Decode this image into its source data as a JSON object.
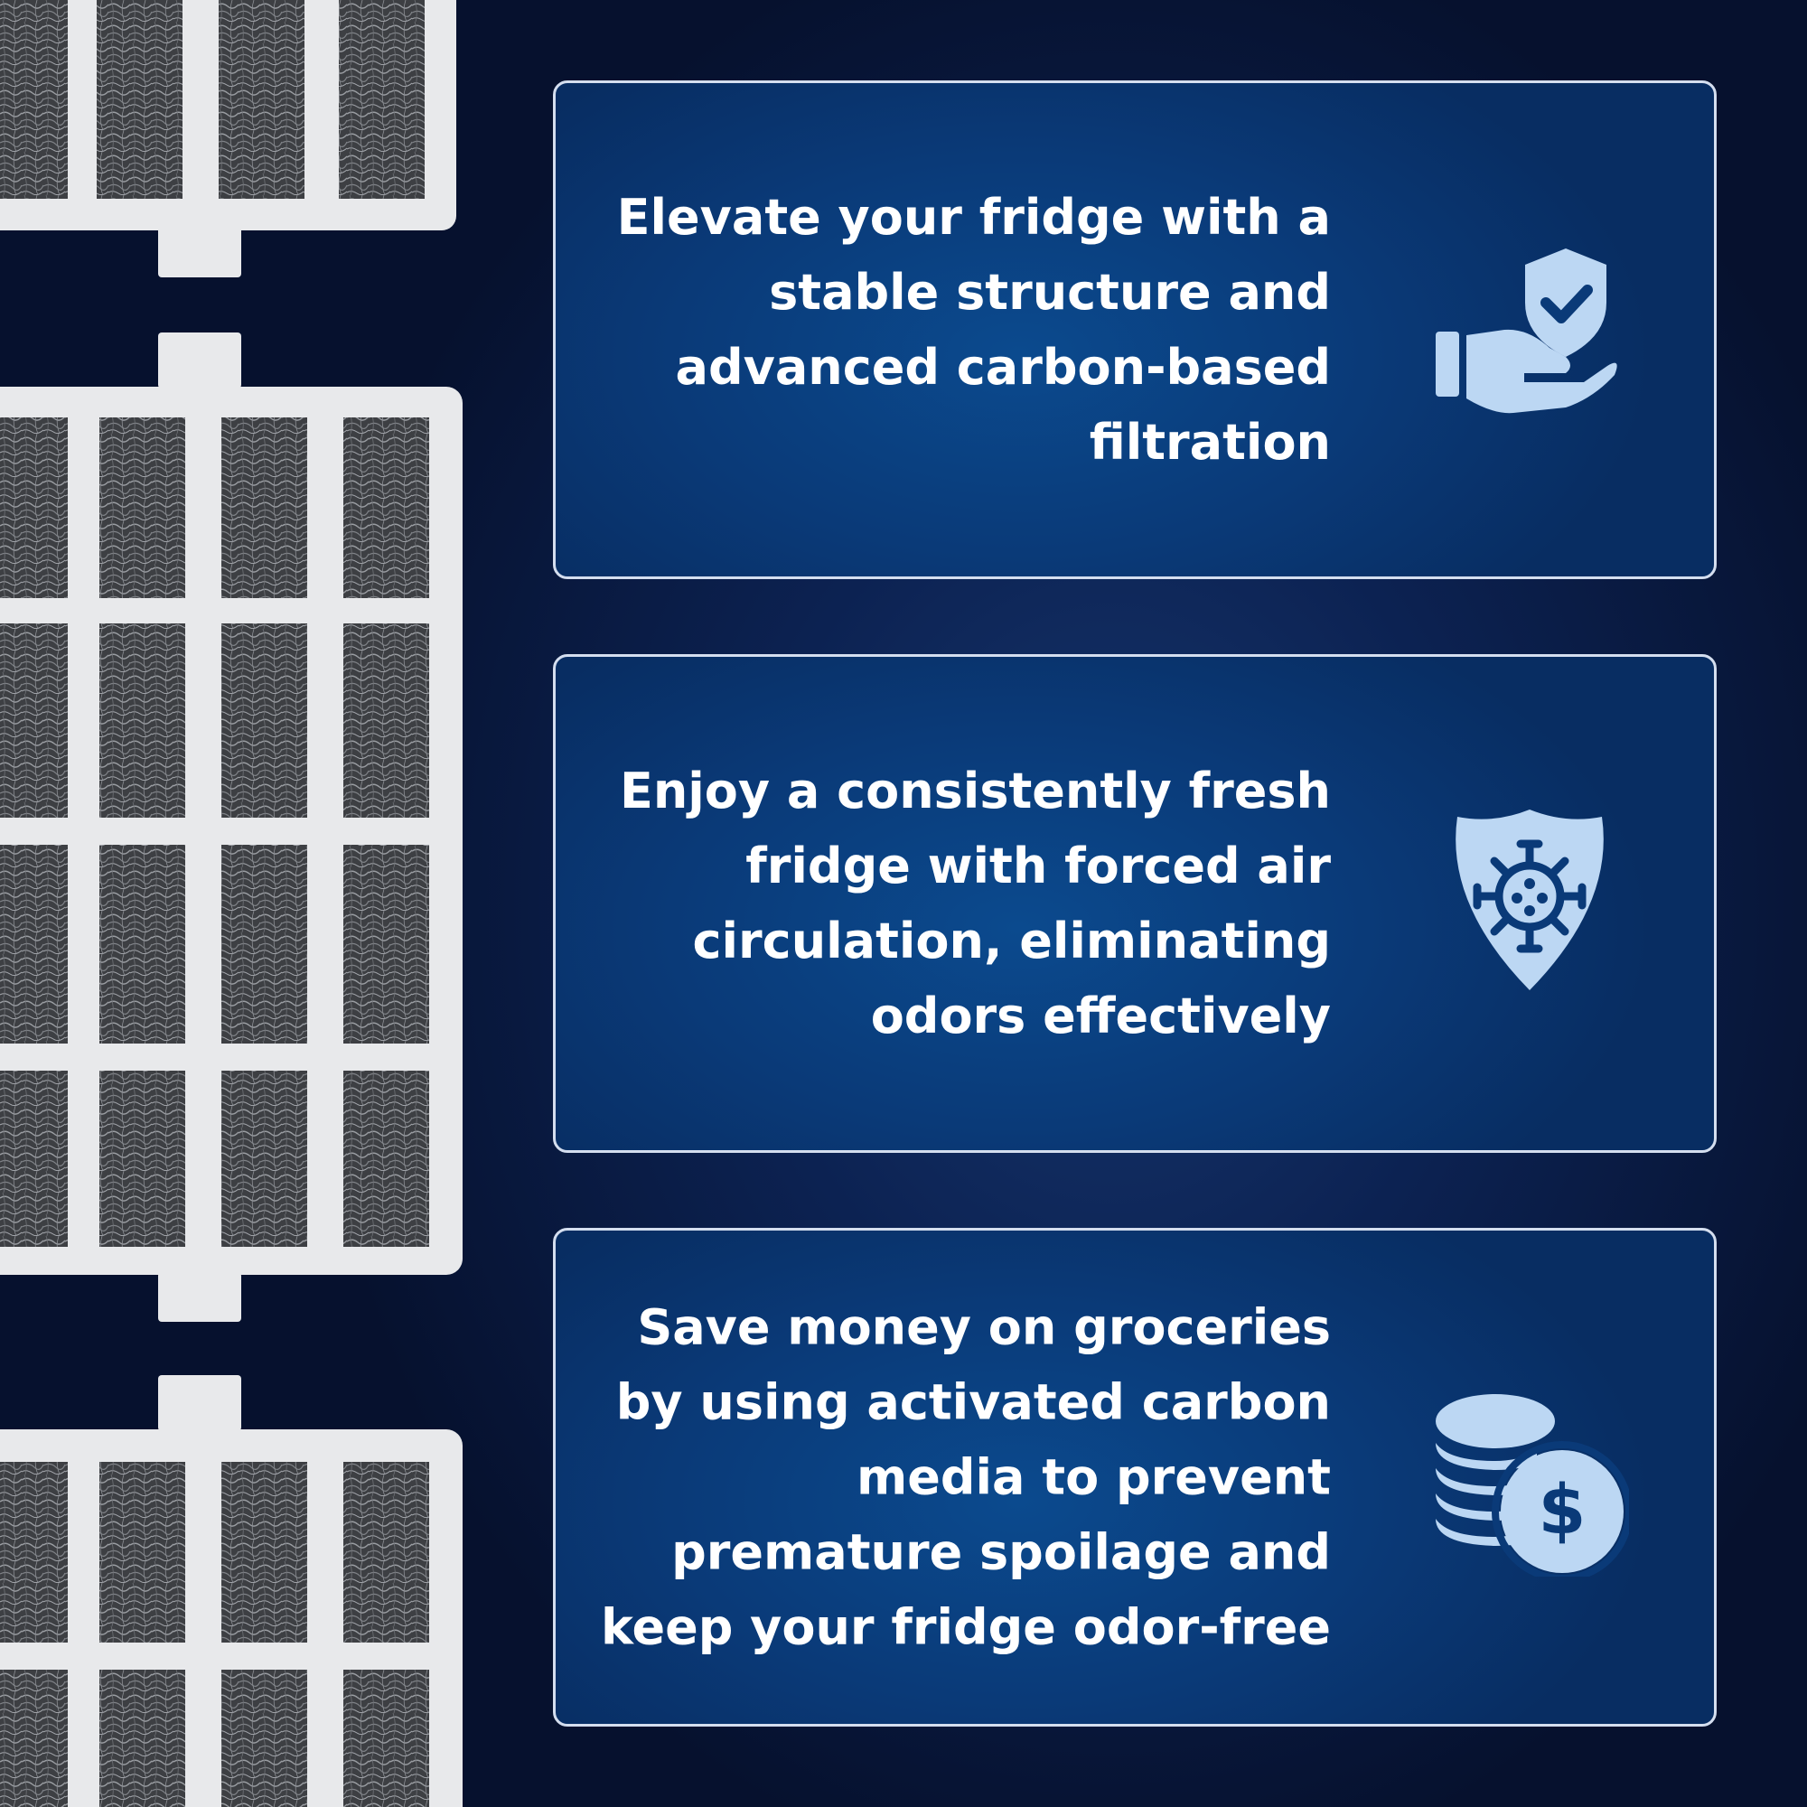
{
  "colors": {
    "background": "#06112e",
    "card": "#0a3a78",
    "card_border": "#d4deef",
    "icon": "#bcd7f3",
    "text": "#ffffff"
  },
  "cards": [
    {
      "text": "Elevate your fridge with a stable structure and advanced carbon-based filtration",
      "icon": "hand-shield-check-icon"
    },
    {
      "text": "Enjoy a consistently fresh fridge with forced air circulation, eliminating odors effectively",
      "icon": "shield-virus-icon"
    },
    {
      "text": "Save money on groceries by using activated carbon media to prevent premature spoilage and keep your fridge odor-free",
      "icon": "coins-dollar-icon"
    }
  ]
}
